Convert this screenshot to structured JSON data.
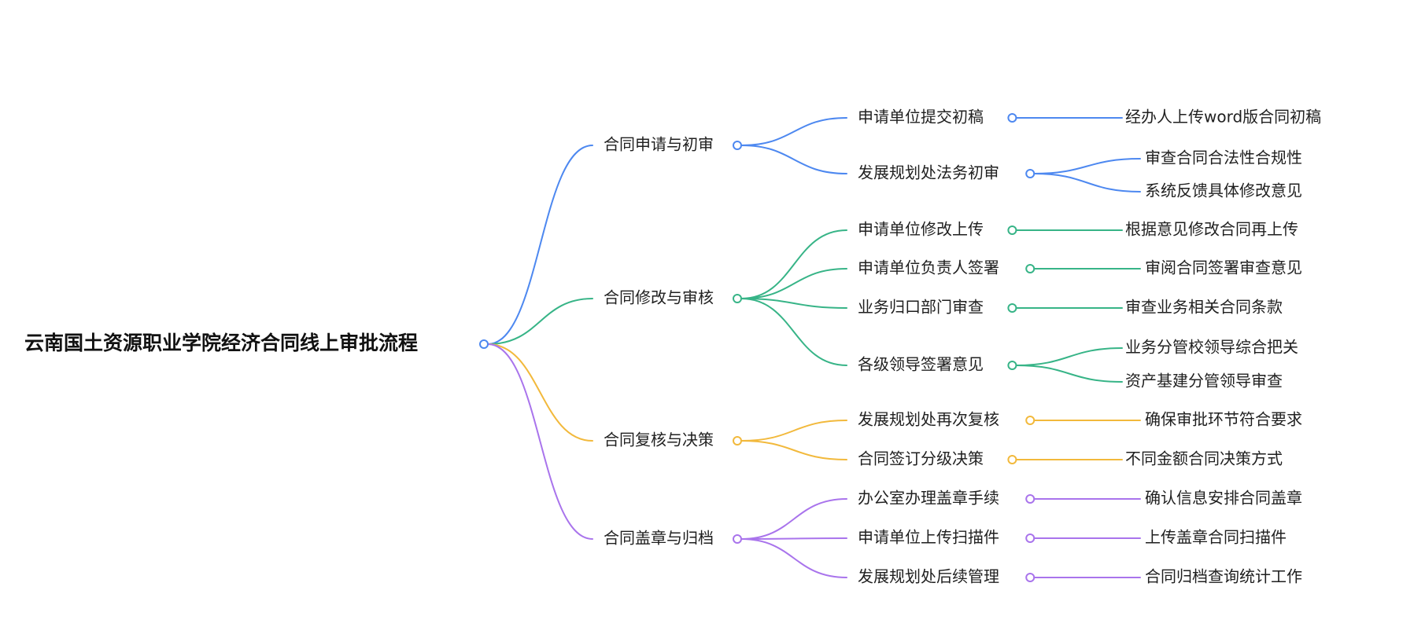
{
  "root": {
    "label": "云南国土资源职业学院经济合同线上审批流程"
  },
  "colors": {
    "blue": "#4d88f0",
    "green": "#37b487",
    "orange": "#f2b93c",
    "purple": "#a974ec"
  },
  "branches": [
    {
      "label": "合同申请与初审",
      "color": "#4d88f0",
      "children": [
        {
          "label": "申请单位提交初稿",
          "children": [
            "经办人上传word版合同初稿"
          ]
        },
        {
          "label": "发展规划处法务初审",
          "children": [
            "审查合同合法性合规性",
            "系统反馈具体修改意见"
          ]
        }
      ]
    },
    {
      "label": "合同修改与审核",
      "color": "#37b487",
      "children": [
        {
          "label": "申请单位修改上传",
          "children": [
            "根据意见修改合同再上传"
          ]
        },
        {
          "label": "申请单位负责人签署",
          "children": [
            "审阅合同签署审查意见"
          ]
        },
        {
          "label": "业务归口部门审查",
          "children": [
            "审查业务相关合同条款"
          ]
        },
        {
          "label": "各级领导签署意见",
          "children": [
            "业务分管校领导综合把关",
            "资产基建分管领导审查"
          ]
        }
      ]
    },
    {
      "label": "合同复核与决策",
      "color": "#f2b93c",
      "children": [
        {
          "label": "发展规划处再次复核",
          "children": [
            "确保审批环节符合要求"
          ]
        },
        {
          "label": "合同签订分级决策",
          "children": [
            "不同金额合同决策方式"
          ]
        }
      ]
    },
    {
      "label": "合同盖章与归档",
      "color": "#a974ec",
      "children": [
        {
          "label": "办公室办理盖章手续",
          "children": [
            "确认信息安排合同盖章"
          ]
        },
        {
          "label": "申请单位上传扫描件",
          "children": [
            "上传盖章合同扫描件"
          ]
        },
        {
          "label": "发展规划处后续管理",
          "children": [
            "合同归档查询统计工作"
          ]
        }
      ]
    }
  ]
}
